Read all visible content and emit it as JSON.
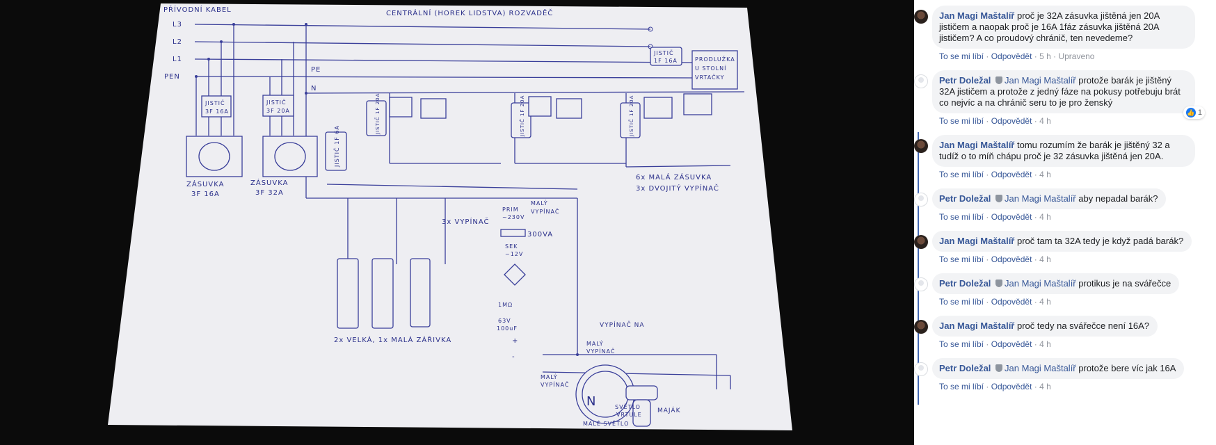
{
  "diagram": {
    "title": "CENTRÁLNÍ (HOREK LIDSTVA) ROZVADĚČ",
    "cable_label": "PŘÍVODNÍ KABEL",
    "bus": [
      "L3",
      "L2",
      "L1",
      "PEN"
    ],
    "pe": "PE",
    "n": "N",
    "breaker_3f16": [
      "JISTIČ",
      "3F 16A"
    ],
    "breaker_3f20": [
      "JISTIČ",
      "3F 20A"
    ],
    "socket1": [
      "ZÁSUVKA",
      "3F 16A"
    ],
    "socket2": [
      "ZÁSUVKA",
      "3F 32A"
    ],
    "breaker_1f6": "JISTIČ 1F 6A",
    "breaker_1f20": "JISTIČ 1F 20A",
    "breaker_1f16": [
      "JISTIČ",
      "1F 16A"
    ],
    "extension": [
      "PRODLUŽKA",
      "U STOLNÍ",
      "VRTAČKY"
    ],
    "small_sockets": [
      "6x MALÁ ZÁSUVKA",
      "3x DVOJITÝ VYPÍNAČ"
    ],
    "small_switch": [
      "MALÝ",
      "VYPÍNAČ"
    ],
    "switches": "3x VYPÍNAČ",
    "lamps": "2x VELKÁ, 1x MALÁ ZÁŘIVKA",
    "primary": [
      "PRIM",
      "~230V"
    ],
    "power": "300VA",
    "secondary": [
      "SEK",
      "~12V"
    ],
    "resistor": "1MΩ",
    "capacitor": [
      "63V",
      "100uF"
    ],
    "plus": "+",
    "minus": "-",
    "key_switch": "VYPÍNAČ NA",
    "small_light_box": "N",
    "small_light": "MALÉ SVĚTLO",
    "fan_light": [
      "SVĚTLO",
      "VRTULE"
    ],
    "beacon": "MAJÁK"
  },
  "comments": [
    {
      "author": "Jan Magi Maštalíř",
      "avatar": "jan",
      "tag": "",
      "text": "proč je 32A zásuvka jištěná jen 20A jističem a naopak proč je 16A 1fáz zásuvka jištěná 20A jističem? A co proudový chránič, ten nevedeme?",
      "like": "To se mi líbí",
      "reply": "Odpovědět",
      "time": "5 h",
      "edited": "Upraveno"
    },
    {
      "author": "Petr Doležal",
      "avatar": "petr",
      "tag": "Jan Magi Maštalíř",
      "text": "protože barák je jištěný 32A jističem a protože z jedný fáze na pokusy potřebuju brát co nejvíc a na chránič seru to je pro ženský",
      "like": "To se mi líbí",
      "reply": "Odpovědět",
      "time": "4 h",
      "reactions": "1"
    },
    {
      "author": "Jan Magi Maštalíř",
      "avatar": "jan",
      "tag": "",
      "text": "tomu rozumím že barák je jištěný 32 a tudíž o to míň chápu proč je 32 zásuvka jištěná jen 20A.",
      "like": "To se mi líbí",
      "reply": "Odpovědět",
      "time": "4 h"
    },
    {
      "author": "Petr Doležal",
      "avatar": "petr",
      "tag": "Jan Magi Maštalíř",
      "text": "aby nepadal barák?",
      "like": "To se mi líbí",
      "reply": "Odpovědět",
      "time": "4 h"
    },
    {
      "author": "Jan Magi Maštalíř",
      "avatar": "jan",
      "tag": "",
      "text": "proč tam ta 32A tedy je když padá barák?",
      "like": "To se mi líbí",
      "reply": "Odpovědět",
      "time": "4 h"
    },
    {
      "author": "Petr Doležal",
      "avatar": "petr",
      "tag": "Jan Magi Maštalíř",
      "text": "protikus je na svářečce",
      "like": "To se mi líbí",
      "reply": "Odpovědět",
      "time": "4 h"
    },
    {
      "author": "Jan Magi Maštalíř",
      "avatar": "jan",
      "tag": "",
      "text": "proč tedy na svářečce není 16A?",
      "like": "To se mi líbí",
      "reply": "Odpovědět",
      "time": "4 h"
    },
    {
      "author": "Petr Doležal",
      "avatar": "petr",
      "tag": "Jan Magi Maštalíř",
      "text": "protože bere víc jak 16A",
      "like": "To se mi líbí",
      "reply": "Odpovědět",
      "time": "4 h"
    }
  ]
}
